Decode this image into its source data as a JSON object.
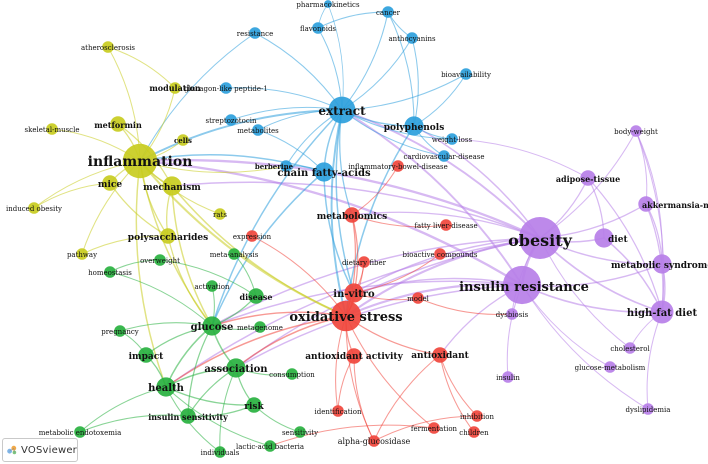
{
  "colors": {
    "red": "#f0453c",
    "green": "#28b13f",
    "blue": "#2d9fdc",
    "yellow": "#c8cc1f",
    "purple": "#b77fe8"
  },
  "brand": {
    "label": "VOSviewer",
    "icon": "vosviewer-logo-icon"
  },
  "network": {
    "nodes": [
      {
        "id": "obesity",
        "label": "obesity",
        "cluster": "purple",
        "weight": 10
      },
      {
        "id": "insulin_resistance",
        "label": "insulin resistance",
        "cluster": "purple",
        "weight": 9
      },
      {
        "id": "high_fat_diet",
        "label": "high-fat diet",
        "cluster": "purple",
        "weight": 5
      },
      {
        "id": "metabolic_syndrome",
        "label": "metabolic syndrome",
        "cluster": "purple",
        "weight": 4
      },
      {
        "id": "diet",
        "label": "diet",
        "cluster": "purple",
        "weight": 4
      },
      {
        "id": "akkermansia",
        "label": "akkermansia-muciniphila",
        "cluster": "purple",
        "weight": 3
      },
      {
        "id": "adipose_tissue",
        "label": "adipose-tissue",
        "cluster": "purple",
        "weight": 3
      },
      {
        "id": "body_weight",
        "label": "body-weight",
        "cluster": "purple",
        "weight": 2
      },
      {
        "id": "cholesterol",
        "label": "cholesterol",
        "cluster": "purple",
        "weight": 2
      },
      {
        "id": "glucose_metabolism",
        "label": "glucose-metabolism",
        "cluster": "purple",
        "weight": 2
      },
      {
        "id": "dyslipidemia",
        "label": "dyslipidemia",
        "cluster": "purple",
        "weight": 2
      },
      {
        "id": "dysbiosis",
        "label": "dysbiosis",
        "cluster": "purple",
        "weight": 2
      },
      {
        "id": "insulin",
        "label": "insulin",
        "cluster": "purple",
        "weight": 2
      },
      {
        "id": "extract",
        "label": "extract",
        "cluster": "blue",
        "weight": 6
      },
      {
        "id": "polyphenols",
        "label": "polyphenols",
        "cluster": "blue",
        "weight": 4
      },
      {
        "id": "chain_fatty_acids",
        "label": "chain fatty-acids",
        "cluster": "blue",
        "weight": 4
      },
      {
        "id": "resistance",
        "label": "resistance",
        "cluster": "blue",
        "weight": 2
      },
      {
        "id": "flavonoids",
        "label": "flavonoids",
        "cluster": "blue",
        "weight": 2
      },
      {
        "id": "pharmacokinetics",
        "label": "pharmacokinetics",
        "cluster": "blue",
        "weight": 1
      },
      {
        "id": "cancer",
        "label": "cancer",
        "cluster": "blue",
        "weight": 2
      },
      {
        "id": "anthocyanins",
        "label": "anthocyanins",
        "cluster": "blue",
        "weight": 2
      },
      {
        "id": "bioavailability",
        "label": "bioavailability",
        "cluster": "blue",
        "weight": 2
      },
      {
        "id": "glp1",
        "label": "glucagon-like peptide-1",
        "cluster": "blue",
        "weight": 2
      },
      {
        "id": "streptozotocin",
        "label": "streptozotocin",
        "cluster": "blue",
        "weight": 2
      },
      {
        "id": "metabolites",
        "label": "metabolites",
        "cluster": "blue",
        "weight": 2
      },
      {
        "id": "weight_loss",
        "label": "weight-loss",
        "cluster": "blue",
        "weight": 2
      },
      {
        "id": "cardiovascular",
        "label": "cardiovascular-disease",
        "cluster": "blue",
        "weight": 2
      },
      {
        "id": "berberine",
        "label": "berberine",
        "cluster": "blue",
        "weight": 2
      },
      {
        "id": "inflammation",
        "label": "inflammation",
        "cluster": "yellow",
        "weight": 8
      },
      {
        "id": "mechanism",
        "label": "mechanism",
        "cluster": "yellow",
        "weight": 4
      },
      {
        "id": "mice",
        "label": "mice",
        "cluster": "yellow",
        "weight": 3
      },
      {
        "id": "metformin",
        "label": "metformin",
        "cluster": "yellow",
        "weight": 3
      },
      {
        "id": "polysaccharides",
        "label": "polysaccharides",
        "cluster": "yellow",
        "weight": 3
      },
      {
        "id": "modulation",
        "label": "modulation",
        "cluster": "yellow",
        "weight": 2
      },
      {
        "id": "cells",
        "label": "cells",
        "cluster": "yellow",
        "weight": 2
      },
      {
        "id": "atherosclerosis",
        "label": "atherosclerosis",
        "cluster": "yellow",
        "weight": 2
      },
      {
        "id": "skeletal_muscle",
        "label": "skeletal-muscle",
        "cluster": "yellow",
        "weight": 2
      },
      {
        "id": "induced_obesity",
        "label": "induced obesity",
        "cluster": "yellow",
        "weight": 2
      },
      {
        "id": "pathway",
        "label": "pathway",
        "cluster": "yellow",
        "weight": 2
      },
      {
        "id": "rats",
        "label": "rats",
        "cluster": "yellow",
        "weight": 2
      },
      {
        "id": "oxidative_stress",
        "label": "oxidative stress",
        "cluster": "red",
        "weight": 7
      },
      {
        "id": "in_vitro",
        "label": "in-vitro",
        "cluster": "red",
        "weight": 4
      },
      {
        "id": "antioxidant_activity",
        "label": "antioxidant activity",
        "cluster": "red",
        "weight": 3
      },
      {
        "id": "antioxidant",
        "label": "antioxidant",
        "cluster": "red",
        "weight": 3
      },
      {
        "id": "metabolomics",
        "label": "metabolomics",
        "cluster": "red",
        "weight": 3
      },
      {
        "id": "inflammatory_bowel",
        "label": "inflammatory-bowel-disease",
        "cluster": "red",
        "weight": 2
      },
      {
        "id": "fatty_liver",
        "label": "fatty liver-disease",
        "cluster": "red",
        "weight": 2
      },
      {
        "id": "dietary_fiber",
        "label": "dietary fiber",
        "cluster": "red",
        "weight": 2
      },
      {
        "id": "bioactive",
        "label": "bioactive compounds",
        "cluster": "red",
        "weight": 2
      },
      {
        "id": "model",
        "label": "model",
        "cluster": "red",
        "weight": 2
      },
      {
        "id": "expression",
        "label": "expression",
        "cluster": "red",
        "weight": 2
      },
      {
        "id": "identification",
        "label": "identification",
        "cluster": "red",
        "weight": 2
      },
      {
        "id": "fermentation",
        "label": "fermentation",
        "cluster": "red",
        "weight": 2
      },
      {
        "id": "inhibition",
        "label": "inhibition",
        "cluster": "red",
        "weight": 2
      },
      {
        "id": "children",
        "label": "children",
        "cluster": "red",
        "weight": 2
      },
      {
        "id": "alpha_glucosidase",
        "label": "alpha-glucosidase",
        "cluster": "red",
        "weight": 2
      },
      {
        "id": "glucose",
        "label": "glucose",
        "cluster": "green",
        "weight": 4
      },
      {
        "id": "association",
        "label": "association",
        "cluster": "green",
        "weight": 4
      },
      {
        "id": "health",
        "label": "health",
        "cluster": "green",
        "weight": 4
      },
      {
        "id": "impact",
        "label": "impact",
        "cluster": "green",
        "weight": 3
      },
      {
        "id": "insulin_sensitivity",
        "label": "insulin sensitivity",
        "cluster": "green",
        "weight": 3
      },
      {
        "id": "risk",
        "label": "risk",
        "cluster": "green",
        "weight": 3
      },
      {
        "id": "disease",
        "label": "disease",
        "cluster": "green",
        "weight": 3
      },
      {
        "id": "metagenome",
        "label": "metagenome",
        "cluster": "green",
        "weight": 2
      },
      {
        "id": "activation",
        "label": "activation",
        "cluster": "green",
        "weight": 2
      },
      {
        "id": "overweight",
        "label": "overweight",
        "cluster": "green",
        "weight": 2
      },
      {
        "id": "meta_analysis",
        "label": "meta-analysis",
        "cluster": "green",
        "weight": 2
      },
      {
        "id": "homeostasis",
        "label": "homeostasis",
        "cluster": "green",
        "weight": 2
      },
      {
        "id": "pregnancy",
        "label": "pregnancy",
        "cluster": "green",
        "weight": 2
      },
      {
        "id": "consumption",
        "label": "consumption",
        "cluster": "green",
        "weight": 2
      },
      {
        "id": "metabolic_endotoxemia",
        "label": "metabolic endotoxemia",
        "cluster": "green",
        "weight": 2
      },
      {
        "id": "individuals",
        "label": "individuals",
        "cluster": "green",
        "weight": 2
      },
      {
        "id": "lactic_acid",
        "label": "lactic-acid bacteria",
        "cluster": "green",
        "weight": 2
      },
      {
        "id": "sensitivity",
        "label": "sensitivity",
        "cluster": "green",
        "weight": 2
      }
    ],
    "links": [
      [
        "obesity",
        "insulin_resistance"
      ],
      [
        "obesity",
        "high_fat_diet"
      ],
      [
        "obesity",
        "metabolic_syndrome"
      ],
      [
        "obesity",
        "diet"
      ],
      [
        "obesity",
        "akkermansia"
      ],
      [
        "obesity",
        "adipose_tissue"
      ],
      [
        "obesity",
        "body_weight"
      ],
      [
        "obesity",
        "inflammation"
      ],
      [
        "obesity",
        "extract"
      ],
      [
        "obesity",
        "oxidative_stress"
      ],
      [
        "obesity",
        "glucose"
      ],
      [
        "obesity",
        "health"
      ],
      [
        "obesity",
        "in_vitro"
      ],
      [
        "obesity",
        "polyphenols"
      ],
      [
        "obesity",
        "mechanism"
      ],
      [
        "obesity",
        "metabolomics"
      ],
      [
        "obesity",
        "dysbiosis"
      ],
      [
        "obesity",
        "cholesterol"
      ],
      [
        "obesity",
        "association"
      ],
      [
        "insulin_resistance",
        "high_fat_diet"
      ],
      [
        "insulin_resistance",
        "metabolic_syndrome"
      ],
      [
        "insulin_resistance",
        "inflammation"
      ],
      [
        "insulin_resistance",
        "oxidative_stress"
      ],
      [
        "insulin_resistance",
        "glucose"
      ],
      [
        "insulin_resistance",
        "extract"
      ],
      [
        "insulin_resistance",
        "dyslipidemia"
      ],
      [
        "insulin_resistance",
        "glucose_metabolism"
      ],
      [
        "insulin_resistance",
        "insulin"
      ],
      [
        "insulin_resistance",
        "association"
      ],
      [
        "insulin_resistance",
        "antioxidant"
      ],
      [
        "insulin_resistance",
        "in_vitro"
      ],
      [
        "high_fat_diet",
        "metabolic_syndrome"
      ],
      [
        "high_fat_diet",
        "diet"
      ],
      [
        "high_fat_diet",
        "akkermansia"
      ],
      [
        "high_fat_diet",
        "body_weight"
      ],
      [
        "high_fat_diet",
        "cholesterol"
      ],
      [
        "high_fat_diet",
        "dyslipidemia"
      ],
      [
        "high_fat_diet",
        "adipose_tissue"
      ],
      [
        "metabolic_syndrome",
        "akkermansia"
      ],
      [
        "metabolic_syndrome",
        "body_weight"
      ],
      [
        "diet",
        "adipose_tissue"
      ],
      [
        "akkermansia",
        "body_weight"
      ],
      [
        "adipose_tissue",
        "weight_loss"
      ],
      [
        "extract",
        "polyphenols"
      ],
      [
        "extract",
        "chain_fatty_acids"
      ],
      [
        "extract",
        "resistance"
      ],
      [
        "extract",
        "flavonoids"
      ],
      [
        "extract",
        "pharmacokinetics"
      ],
      [
        "extract",
        "cancer"
      ],
      [
        "extract",
        "anthocyanins"
      ],
      [
        "extract",
        "bioavailability"
      ],
      [
        "extract",
        "glp1"
      ],
      [
        "extract",
        "streptozotocin"
      ],
      [
        "extract",
        "metabolites"
      ],
      [
        "extract",
        "weight_loss"
      ],
      [
        "extract",
        "cardiovascular"
      ],
      [
        "extract",
        "berberine"
      ],
      [
        "extract",
        "inflammation"
      ],
      [
        "extract",
        "oxidative_stress"
      ],
      [
        "extract",
        "in_vitro"
      ],
      [
        "extract",
        "metabolomics"
      ],
      [
        "extract",
        "glucose"
      ],
      [
        "polyphenols",
        "cancer"
      ],
      [
        "polyphenols",
        "bioavailability"
      ],
      [
        "polyphenols",
        "weight_loss"
      ],
      [
        "polyphenols",
        "cardiovascular"
      ],
      [
        "polyphenols",
        "anthocyanins"
      ],
      [
        "polyphenols",
        "oxidative_stress"
      ],
      [
        "chain_fatty_acids",
        "inflammation"
      ],
      [
        "chain_fatty_acids",
        "metabolites"
      ],
      [
        "chain_fatty_acids",
        "berberine"
      ],
      [
        "chain_fatty_acids",
        "glucose"
      ],
      [
        "chain_fatty_acids",
        "in_vitro"
      ],
      [
        "cancer",
        "flavonoids"
      ],
      [
        "cancer",
        "anthocyanins"
      ],
      [
        "pharmacokinetics",
        "flavonoids"
      ],
      [
        "resistance",
        "inflammation"
      ],
      [
        "inflammation",
        "mechanism"
      ],
      [
        "inflammation",
        "mice"
      ],
      [
        "inflammation",
        "metformin"
      ],
      [
        "inflammation",
        "polysaccharides"
      ],
      [
        "inflammation",
        "modulation"
      ],
      [
        "inflammation",
        "cells"
      ],
      [
        "inflammation",
        "atherosclerosis"
      ],
      [
        "inflammation",
        "skeletal_muscle"
      ],
      [
        "inflammation",
        "induced_obesity"
      ],
      [
        "inflammation",
        "pathway"
      ],
      [
        "inflammation",
        "rats"
      ],
      [
        "inflammation",
        "glucose"
      ],
      [
        "inflammation",
        "health"
      ],
      [
        "inflammation",
        "oxidative_stress"
      ],
      [
        "inflammation",
        "berberine"
      ],
      [
        "mechanism",
        "metformin"
      ],
      [
        "mechanism",
        "polysaccharides"
      ],
      [
        "mechanism",
        "glucose"
      ],
      [
        "mechanism",
        "oxidative_stress"
      ],
      [
        "mice",
        "induced_obesity"
      ],
      [
        "mice",
        "polysaccharides"
      ],
      [
        "modulation",
        "atherosclerosis"
      ],
      [
        "polysaccharides",
        "pathway"
      ],
      [
        "polysaccharides",
        "glucose"
      ],
      [
        "oxidative_stress",
        "in_vitro"
      ],
      [
        "oxidative_stress",
        "antioxidant_activity"
      ],
      [
        "oxidative_stress",
        "antioxidant"
      ],
      [
        "oxidative_stress",
        "metabolomics"
      ],
      [
        "oxidative_stress",
        "glucose"
      ],
      [
        "oxidative_stress",
        "association"
      ],
      [
        "oxidative_stress",
        "health"
      ],
      [
        "oxidative_stress",
        "identification"
      ],
      [
        "oxidative_stress",
        "alpha_glucosidase"
      ],
      [
        "oxidative_stress",
        "fermentation"
      ],
      [
        "oxidative_stress",
        "dietary_fiber"
      ],
      [
        "oxidative_stress",
        "expression"
      ],
      [
        "in_vitro",
        "metabolomics"
      ],
      [
        "in_vitro",
        "bioactive"
      ],
      [
        "in_vitro",
        "dietary_fiber"
      ],
      [
        "in_vitro",
        "model"
      ],
      [
        "antioxidant",
        "inhibition"
      ],
      [
        "antioxidant",
        "children"
      ],
      [
        "antioxidant",
        "alpha_glucosidase"
      ],
      [
        "antioxidant_activity",
        "identification"
      ],
      [
        "antioxidant_activity",
        "alpha_glucosidase"
      ],
      [
        "metabolomics",
        "inflammatory_bowel"
      ],
      [
        "metabolomics",
        "fatty_liver"
      ],
      [
        "model",
        "dysbiosis"
      ],
      [
        "fermentation",
        "lactic_acid"
      ],
      [
        "inhibition",
        "alpha_glucosidase"
      ],
      [
        "glucose",
        "association"
      ],
      [
        "glucose",
        "health"
      ],
      [
        "glucose",
        "impact"
      ],
      [
        "glucose",
        "disease"
      ],
      [
        "glucose",
        "metagenome"
      ],
      [
        "glucose",
        "activation"
      ],
      [
        "glucose",
        "pregnancy"
      ],
      [
        "glucose",
        "homeostasis"
      ],
      [
        "glucose",
        "insulin_sensitivity"
      ],
      [
        "association",
        "health"
      ],
      [
        "association",
        "risk"
      ],
      [
        "association",
        "consumption"
      ],
      [
        "association",
        "insulin_sensitivity"
      ],
      [
        "health",
        "impact"
      ],
      [
        "health",
        "risk"
      ],
      [
        "health",
        "metabolic_endotoxemia"
      ],
      [
        "health",
        "individuals"
      ],
      [
        "impact",
        "pregnancy"
      ],
      [
        "insulin_sensitivity",
        "risk"
      ],
      [
        "insulin_sensitivity",
        "metabolic_endotoxemia"
      ],
      [
        "risk",
        "sensitivity"
      ],
      [
        "disease",
        "overweight"
      ],
      [
        "disease",
        "meta_analysis"
      ],
      [
        "overweight",
        "homeostasis"
      ],
      [
        "health",
        "lactic_acid"
      ],
      [
        "association",
        "individuals"
      ]
    ]
  }
}
